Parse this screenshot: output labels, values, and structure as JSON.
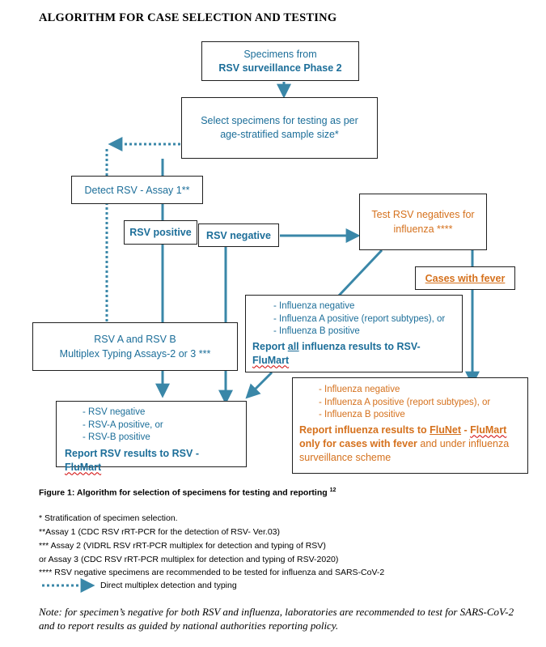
{
  "title": "ALGORITHM FOR CASE SELECTION AND TESTING",
  "nodes": {
    "specimens": {
      "line1": "Specimens from",
      "line2": "RSV surveillance Phase 2"
    },
    "select": {
      "line1": "Select specimens for testing as per",
      "line2": "age-stratified sample size*"
    },
    "detect": {
      "text": "Detect RSV - Assay 1**"
    },
    "rsv_positive": {
      "text": "RSV positive"
    },
    "rsv_negative": {
      "text": "RSV negative"
    },
    "test_influenza": {
      "line1": "Test RSV negatives for",
      "line2": "influenza ****"
    },
    "cases_fever": {
      "text": "Cases with fever"
    },
    "typing": {
      "line1": "RSV A and RSV B",
      "line2": "Multiplex Typing Assays-2 or 3 ***"
    },
    "flu_all": {
      "items": [
        "- Influenza negative",
        "- Influenza A positive (report subtypes), or",
        "- Influenza B positive"
      ],
      "report_pre": "Report ",
      "report_all": "all",
      "report_post": " influenza results to RSV-",
      "report_line2": "FluMart"
    },
    "rsv_report": {
      "items": [
        "- RSV negative",
        "- RSV-A positive, or",
        "- RSV-B positive"
      ],
      "report_pre": "Report RSV results to RSV - ",
      "report_flumart": "FluMart"
    },
    "flu_fever": {
      "items": [
        "- Influenza negative",
        "- Influenza A positive (report subtypes), or",
        "- Influenza B positive"
      ],
      "report_pre": "Report influenza results to ",
      "report_flunet": "FluNet",
      "report_dash": " - ",
      "report_flumart": "FluMart",
      "report_line2_bold": "only for cases with fever",
      "report_line2_rest": " and under influenza",
      "report_line3": "surveillance scheme"
    }
  },
  "figure_caption": "Figure 1: Algorithm for selection of specimens for testing and reporting ",
  "figure_caption_sup": "12",
  "footnotes": [
    "* Stratification of specimen selection.",
    " **Assay 1 (CDC RSV rRT-PCR for the detection of RSV- Ver.03)",
    "*** Assay 2 (VIDRL RSV rRT-PCR multiplex for detection and typing of RSV)",
    " or Assay 3 (CDC RSV rRT-PCR multiplex for detection and typing of RSV-2020)",
    "**** RSV negative specimens are recommended to be tested for influenza and SARS-CoV-2"
  ],
  "legend_dotted": "Direct multiplex detection and typing",
  "note": "Note: for specimen’s negative for both RSV and influenza, laboratories are recommended to test for SARS-CoV-2 and to report results as guided by national authorities reporting policy.",
  "colors": {
    "blue_text": "#1c6e99",
    "orange_text": "#d5711d",
    "arrow": "#3a87a8"
  }
}
